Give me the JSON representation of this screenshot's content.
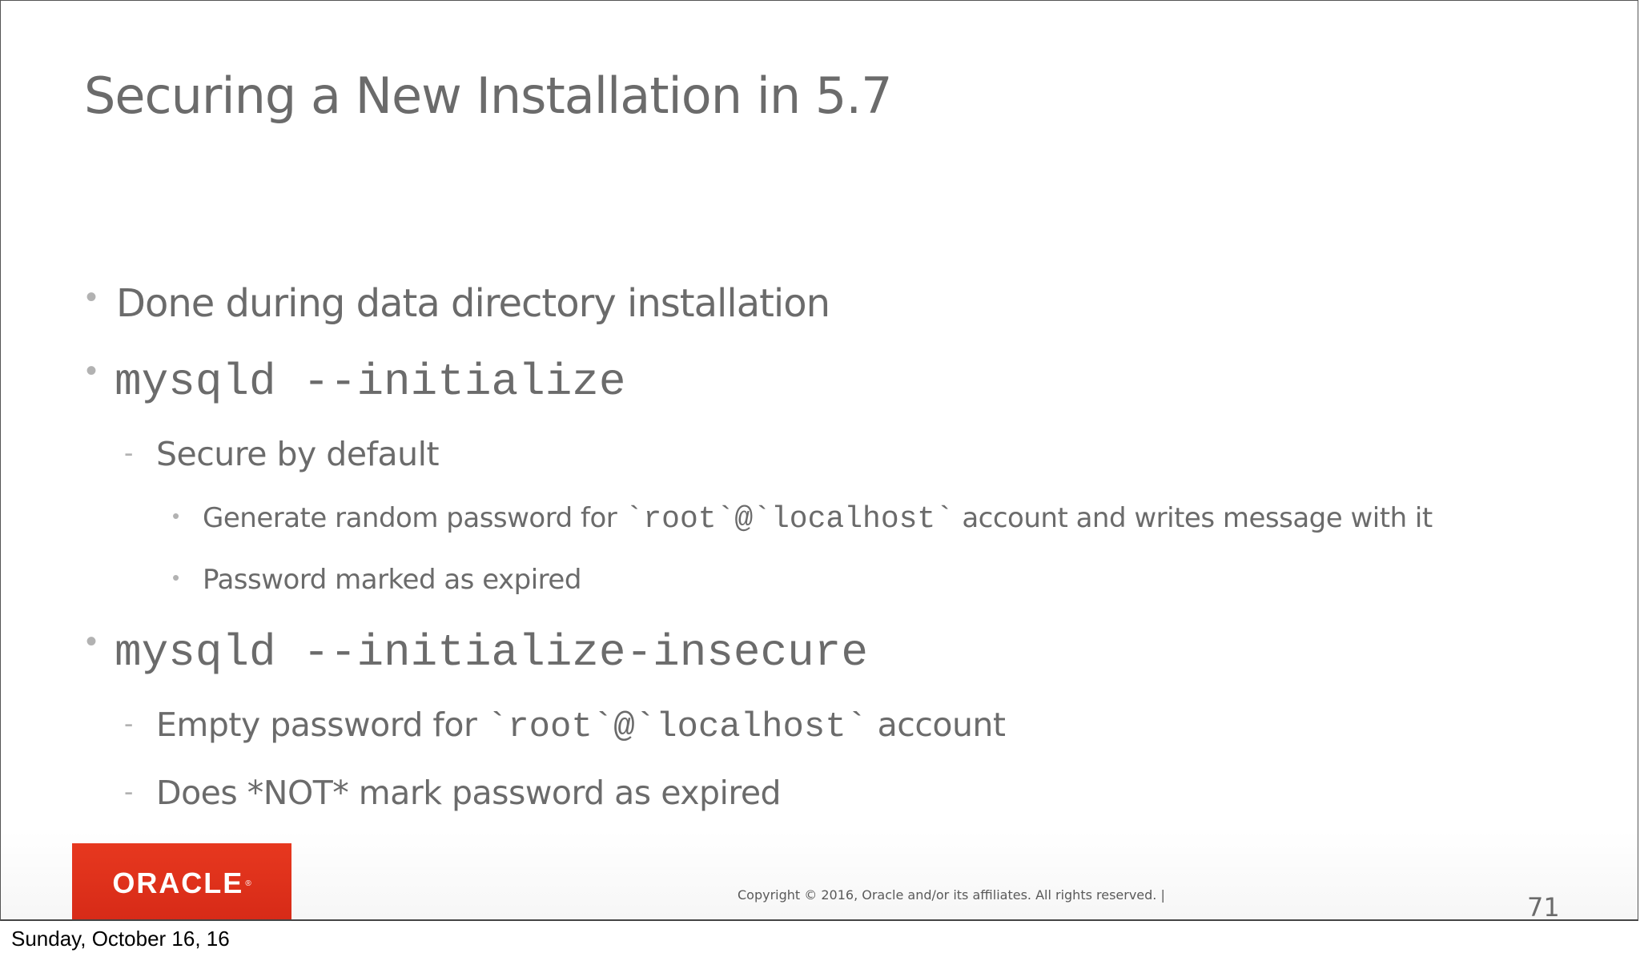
{
  "slide": {
    "title": "Securing a New Installation in 5.7",
    "bullet_char": "•",
    "dash_char": "-",
    "items": {
      "done": "Done during data directory installation",
      "init_cmd": "mysqld --initialize",
      "secure_default": "Secure by default",
      "gen_pw_before": "Generate random password for ",
      "gen_pw_code": "`root`@`localhost`",
      "gen_pw_after": " account and writes message with it",
      "pw_expired": "Password marked as expired",
      "insecure_cmd": "mysqld --initialize-insecure",
      "empty_pw_before": "Empty password for ",
      "empty_pw_code": "`root`@`localhost`",
      "empty_pw_after": " account",
      "not_expired": "Does *NOT* mark password as expired"
    },
    "footer": {
      "logo_text": "ORACLE",
      "logo_reg": "®",
      "copyright": "Copyright © 2016, Oracle and/or its affiliates. All rights reserved.  |",
      "page_number": "71"
    }
  },
  "date_label": "Sunday, October 16, 16",
  "colors": {
    "text": "#6b6b6b",
    "bullet": "#b2b2b2",
    "oracle_red": "#e0301e"
  }
}
